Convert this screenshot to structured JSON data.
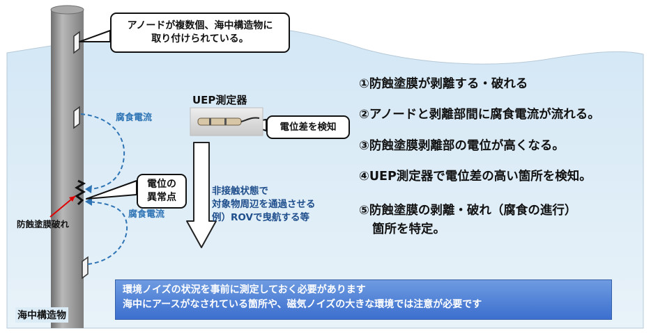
{
  "callouts": {
    "anode": [
      "アノードが複数個、海中構造物に",
      "取り付けられている。"
    ],
    "anomaly": [
      "電位の",
      "異常点"
    ],
    "potential_diff": "電位差を検知"
  },
  "labels": {
    "corrosion_current_top": "腐食電流",
    "corrosion_current_bottom": "腐食電流",
    "coating_break": "防蝕塗膜破れ",
    "structure": "海中構造物",
    "device": "UEP測定器",
    "movement": [
      "非接触状態で",
      "対象物周辺を通過させる",
      "例）ROVで曳航する等"
    ]
  },
  "steps": [
    "①防蝕塗膜が剥離する・破れる",
    "②アノードと剥離部間に腐食電流が流れる。",
    "③防蝕塗膜剥離部の電位が高くなる。",
    "④UEP測定器で電位差の高い箇所を検知。",
    "⑤防蝕塗膜の剥離・破れ（腐食の進行）",
    "箇所を特定。"
  ],
  "note": [
    "環境ノイズの状況を事前に測定しておく必要があります",
    "海中にアースがなされている箇所や、磁気ノイズの大きな環境では注意が必要です"
  ],
  "colors": {
    "water": "#dcecf6",
    "pole": "#9a9a9a",
    "dashed_current": "#2e74b5",
    "label_blue": "#2e74b5",
    "note_bg": "#4d7fd6"
  }
}
